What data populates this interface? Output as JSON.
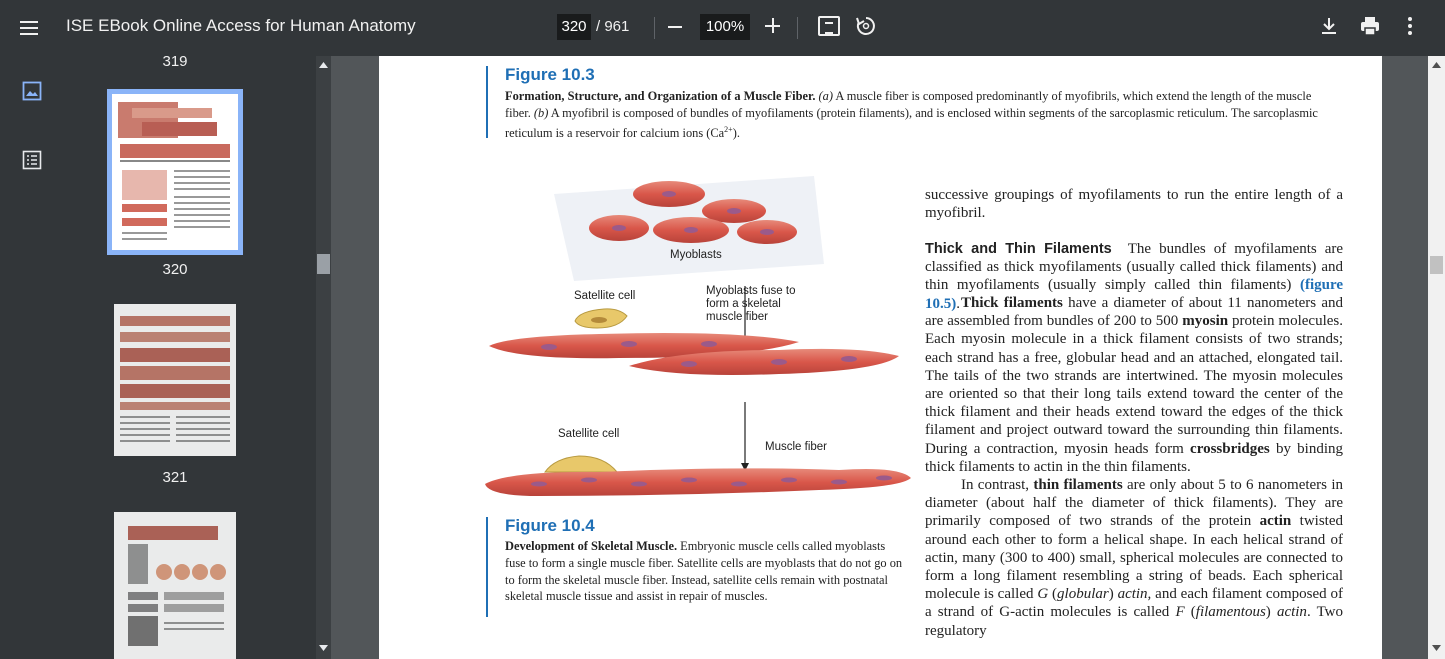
{
  "toolbar": {
    "title": "ISE EBook Online Access for Human Anatomy",
    "current_page": "320",
    "total_pages": "/ 961",
    "zoom": "100%"
  },
  "sidebar": {
    "thumbnails": [
      {
        "label": "319"
      },
      {
        "label": "320",
        "selected": true
      },
      {
        "label": "321"
      }
    ]
  },
  "page": {
    "figure_10_3": {
      "title": "Figure 10.3",
      "caption_bold": "Formation, Structure, and Organization of a Muscle Fiber.",
      "caption_a": "(a)",
      "caption_part1": " A muscle fiber is composed predominantly of myofibrils, which extend the length of the muscle fiber. ",
      "caption_b": "(b)",
      "caption_part2": " A myofibril is composed of bundles of myofilaments (protein filaments), and is enclosed within segments of the sarcoplasmic reticulum. The sarcoplasmic reticulum is a reservoir for calcium ions (Ca",
      "caption_sup": "2+",
      "caption_end": ")."
    },
    "figure_10_4": {
      "title": "Figure 10.4",
      "caption_bold": "Development of Skeletal Muscle.",
      "caption_text": " Embryonic muscle cells called myoblasts fuse to form a single muscle fiber. Satellite cells are myoblasts that do not go on to form the skeletal muscle fiber. Instead, satellite cells remain with postnatal skeletal muscle tissue and assist in repair of muscles.",
      "labels": {
        "myoblasts": "Myoblasts",
        "fuse": "Myoblasts fuse to form a skeletal muscle fiber",
        "satellite_top": "Satellite cell",
        "satellite_bottom": "Satellite cell",
        "muscle_fiber": "Muscle fiber"
      }
    },
    "body": {
      "p1": "successive groupings of myofilaments to run the entire length of a myofibril.",
      "heading": "Thick and Thin Filaments",
      "p2_text": "The bundles of myofilaments are classified as thick myofilaments (usually called thick filaments) and thin myofilaments (usually simply called thin filaments) ",
      "p2_link": "(figure 10.5)",
      "p2_end": ".",
      "p3_bold1": "Thick filaments",
      "p3_t1": " have a diameter of about 11 nanometers and are assembled from bundles of 200 to 500 ",
      "p3_bold2": "myosin",
      "p3_t2": " protein molecules. Each myosin molecule in a thick filament consists of two strands; each strand has a free, globular head and an attached, elongated tail. The tails of the two strands are intertwined. The myosin molecules are oriented so that their long tails extend toward the center of the thick filament and their heads extend toward the edges of the thick filament and project outward toward the surrounding thin filaments. During a contraction, myosin heads form ",
      "p3_bold3": "crossbridges",
      "p3_t3": " by binding thick filaments to actin in the thin filaments.",
      "p4_t0": "In contrast, ",
      "p4_bold1": "thin filaments",
      "p4_t1": " are only about 5 to 6 nanometers in diameter (about half the diameter of thick filaments). They are primarily composed of two strands of the protein ",
      "p4_bold2": "actin",
      "p4_t2": " twisted around each other to form a helical shape. In each helical strand of actin, many (300 to 400) small, spherical molecules are connected to form a long filament resembling a string of beads. Each spherical molecule is called ",
      "p4_i1": "G",
      "p4_t3": " (",
      "p4_i2": "globular",
      "p4_t4": ") ",
      "p4_i3": "actin,",
      "p4_t5": " and each filament composed of a strand of G-actin molecules is called ",
      "p4_i4": "F",
      "p4_t6": " (",
      "p4_i5": "filamentous",
      "p4_t7": ") ",
      "p4_i6": "actin",
      "p4_t8": ". Two regulatory"
    }
  },
  "colors": {
    "toolbar_bg": "#323639",
    "accent_blue": "#1f6fb5",
    "selection": "#8ab4f8",
    "muscle": "#d9574a"
  }
}
